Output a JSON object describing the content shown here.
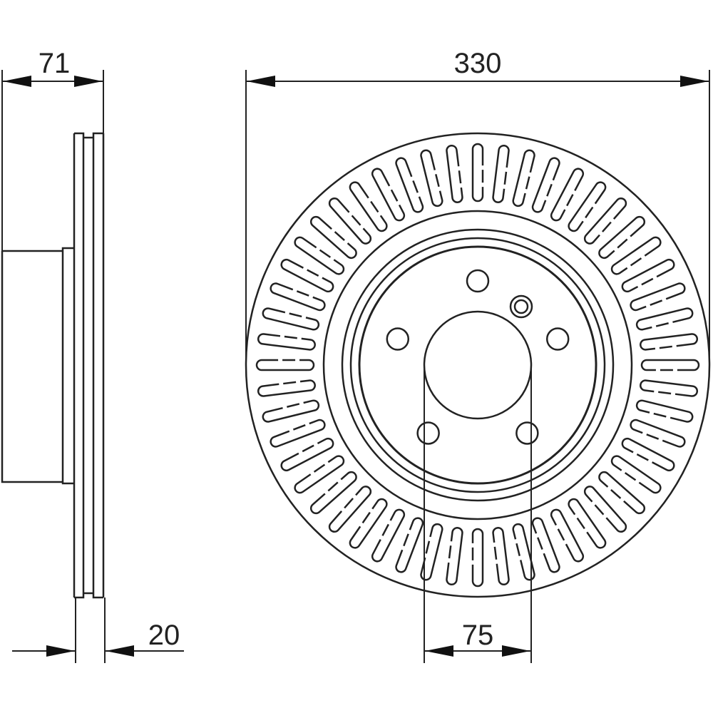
{
  "drawing": {
    "dimensions": {
      "overall_width": "71",
      "disc_thickness": "20",
      "disc_diameter": "330",
      "center_bore": "75"
    },
    "bolt_holes": 5,
    "vent_slot_count": 52,
    "line_color": "#222222"
  }
}
